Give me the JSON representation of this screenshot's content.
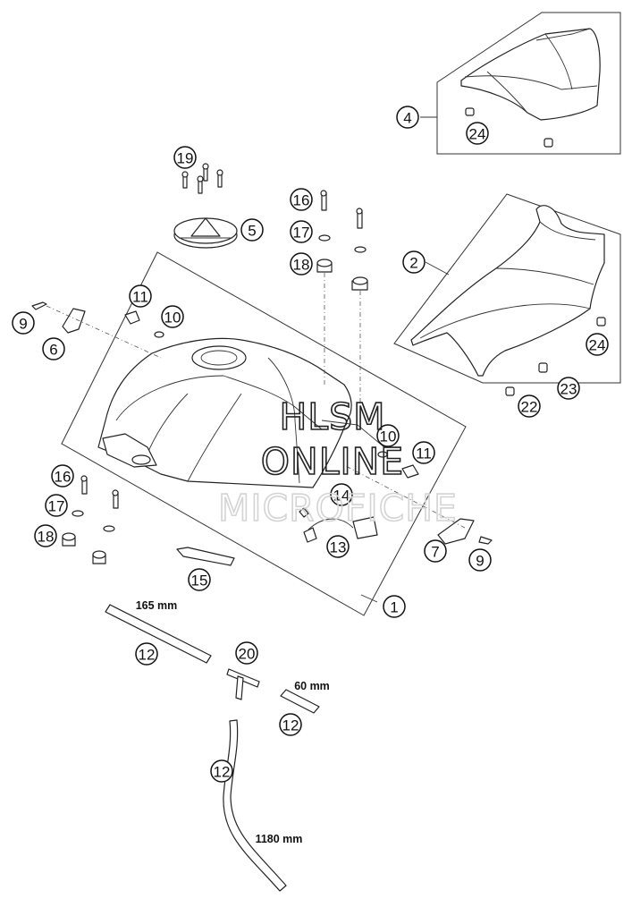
{
  "watermark": {
    "line1": "HLSM",
    "line2": "ONLINE",
    "line3": "MICROFICHE"
  },
  "dimensions": {
    "hose_165": "165 mm",
    "hose_60": "60 mm",
    "hose_1180": "1180 mm"
  },
  "callouts": [
    {
      "id": "c-19",
      "label": "19"
    },
    {
      "id": "c-5",
      "label": "5"
    },
    {
      "id": "c-16a",
      "label": "16"
    },
    {
      "id": "c-17a",
      "label": "17"
    },
    {
      "id": "c-18a",
      "label": "18"
    },
    {
      "id": "c-4",
      "label": "4"
    },
    {
      "id": "c-24a",
      "label": "24"
    },
    {
      "id": "c-2",
      "label": "2"
    },
    {
      "id": "c-24b",
      "label": "24"
    },
    {
      "id": "c-23",
      "label": "23"
    },
    {
      "id": "c-22",
      "label": "22"
    },
    {
      "id": "c-11a",
      "label": "11"
    },
    {
      "id": "c-10a",
      "label": "10"
    },
    {
      "id": "c-9a",
      "label": "9"
    },
    {
      "id": "c-6",
      "label": "6"
    },
    {
      "id": "c-10b",
      "label": "10"
    },
    {
      "id": "c-11b",
      "label": "11"
    },
    {
      "id": "c-14",
      "label": "14"
    },
    {
      "id": "c-13",
      "label": "13"
    },
    {
      "id": "c-7",
      "label": "7"
    },
    {
      "id": "c-9b",
      "label": "9"
    },
    {
      "id": "c-16b",
      "label": "16"
    },
    {
      "id": "c-17b",
      "label": "17"
    },
    {
      "id": "c-18b",
      "label": "18"
    },
    {
      "id": "c-15",
      "label": "15"
    },
    {
      "id": "c-1",
      "label": "1"
    },
    {
      "id": "c-12a",
      "label": "12"
    },
    {
      "id": "c-20",
      "label": "20"
    },
    {
      "id": "c-12b",
      "label": "12"
    },
    {
      "id": "c-12c",
      "label": "12"
    }
  ]
}
